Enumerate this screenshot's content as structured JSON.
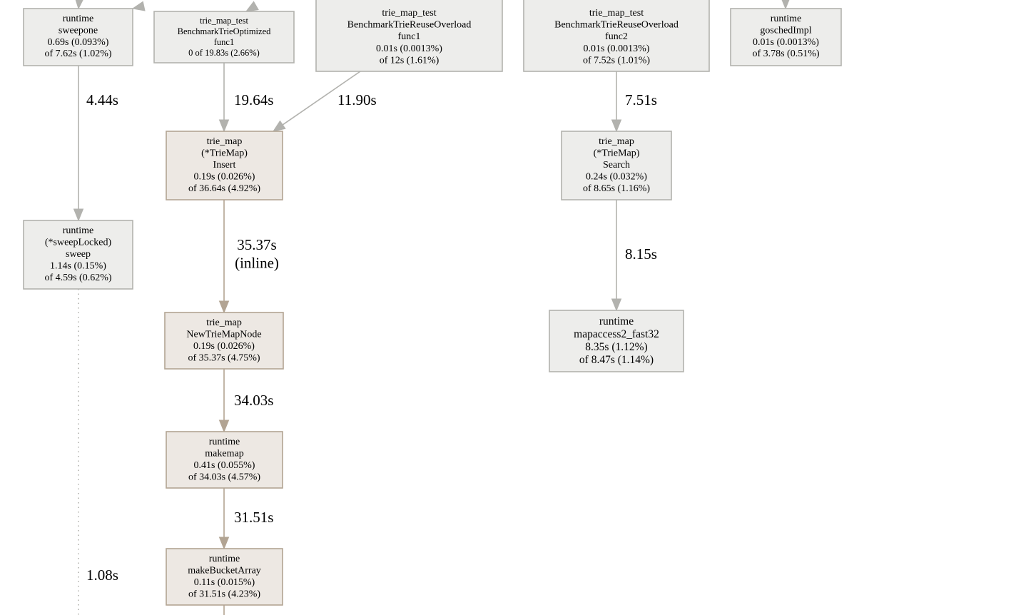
{
  "colors": {
    "gray_fill": "#ededeb",
    "gray_stroke": "#b2b2ae",
    "tan_fill": "#ede8e3",
    "tan_stroke": "#b2a493",
    "gray_edge": "#b2b2ae",
    "tan_edge": "#b2a493"
  },
  "nodes": {
    "sweepone": {
      "lines": [
        "runtime",
        "sweepone",
        "0.69s (0.093%)",
        "of 7.62s (1.02%)"
      ]
    },
    "opt_func1": {
      "lines": [
        "trie_map_test",
        "BenchmarkTrieOptimized",
        "func1",
        "0 of 19.83s (2.66%)"
      ]
    },
    "reuse_func1": {
      "lines": [
        "trie_map_test",
        "BenchmarkTrieReuseOverload",
        "func1",
        "0.01s (0.0013%)",
        "of 12s (1.61%)"
      ]
    },
    "reuse_func2": {
      "lines": [
        "trie_map_test",
        "BenchmarkTrieReuseOverload",
        "func2",
        "0.01s (0.0013%)",
        "of 7.52s (1.01%)"
      ]
    },
    "goschedimpl": {
      "lines": [
        "runtime",
        "goschedImpl",
        "0.01s (0.0013%)",
        "of 3.78s (0.51%)"
      ]
    },
    "insert": {
      "lines": [
        "trie_map",
        "(*TrieMap)",
        "Insert",
        "0.19s (0.026%)",
        "of 36.64s (4.92%)"
      ]
    },
    "search": {
      "lines": [
        "trie_map",
        "(*TrieMap)",
        "Search",
        "0.24s (0.032%)",
        "of 8.65s (1.16%)"
      ]
    },
    "sweep": {
      "lines": [
        "runtime",
        "(*sweepLocked)",
        "sweep",
        "1.14s (0.15%)",
        "of 4.59s (0.62%)"
      ]
    },
    "newtriemapnode": {
      "lines": [
        "trie_map",
        "NewTrieMapNode",
        "0.19s (0.026%)",
        "of 35.37s (4.75%)"
      ]
    },
    "mapaccess": {
      "lines": [
        "runtime",
        "mapaccess2_fast32",
        "8.35s (1.12%)",
        "of 8.47s (1.14%)"
      ]
    },
    "makemap": {
      "lines": [
        "runtime",
        "makemap",
        "0.41s (0.055%)",
        "of 34.03s (4.57%)"
      ]
    },
    "makebucketarray": {
      "lines": [
        "runtime",
        "makeBucketArray",
        "0.11s (0.015%)",
        "of 31.51s (4.23%)"
      ]
    }
  },
  "edges": {
    "sweepone_sweep": {
      "label": "4.44s"
    },
    "opt_insert": {
      "label": "19.64s"
    },
    "reuse1_insert": {
      "label": "11.90s"
    },
    "reuse2_search": {
      "label": "7.51s"
    },
    "insert_newnode": {
      "label": [
        "35.37s",
        "(inline)"
      ]
    },
    "search_mapaccess": {
      "label": "8.15s"
    },
    "newnode_makemap": {
      "label": "34.03s"
    },
    "makemap_bucket": {
      "label": "31.51s"
    },
    "sweep_dotted": {
      "label": "1.08s"
    }
  }
}
